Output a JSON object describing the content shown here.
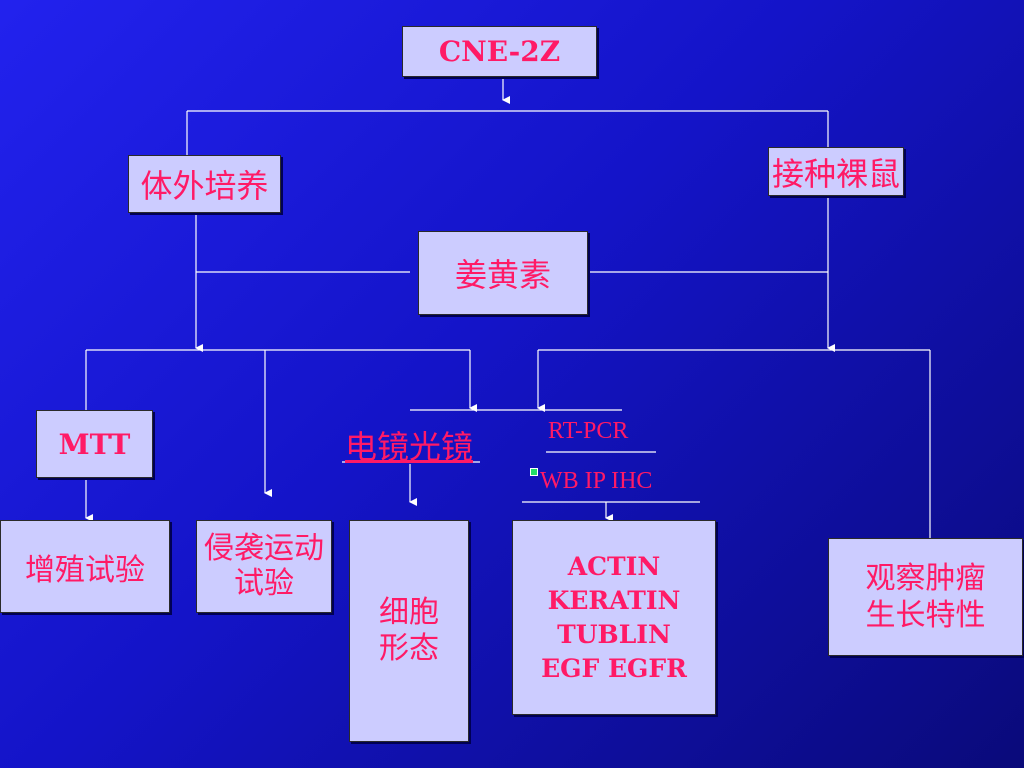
{
  "nodes": {
    "root": "CNE-2Z",
    "in_vitro": "体外培养",
    "xenograft": "接种裸鼠",
    "curcumin": "姜黄素",
    "mtt": "MTT",
    "proliferation": "增殖试验",
    "invasion_line1": "侵袭运动",
    "invasion_line2": "试验",
    "microscopy": "电镜光镜",
    "rt_pcr": "RT-PCR",
    "wb_ip_ihc": "WB IP IHC",
    "morphology_line1": "细胞",
    "morphology_line2": "形态",
    "proteins": [
      "ACTIN",
      "KERATIN",
      "TUBLIN",
      "EGF EGFR"
    ],
    "tumor_line1": "观察肿瘤",
    "tumor_line2": "生长特性"
  },
  "colors": {
    "text": "#ff1a66",
    "box_fill": "#ccccff",
    "line": "#ffffff",
    "bullet": "#22dd66"
  }
}
